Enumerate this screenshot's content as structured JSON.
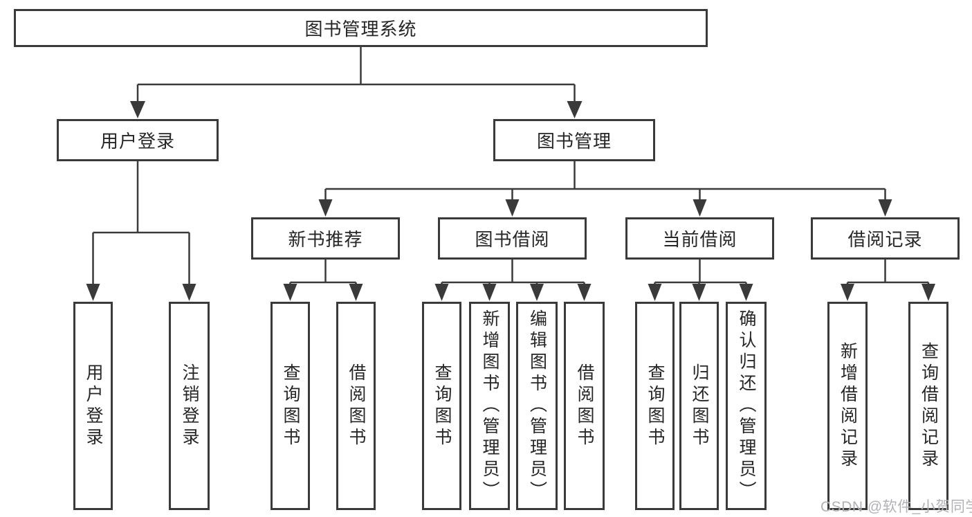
{
  "diagram": {
    "root": {
      "label": "图书管理系统"
    },
    "branches": [
      {
        "label": "用户登录",
        "children": [
          {
            "label": "用户登录"
          },
          {
            "label": "注销登录"
          }
        ]
      },
      {
        "label": "图书管理",
        "children": [
          {
            "label": "新书推荐",
            "children": [
              {
                "label": "查询图书"
              },
              {
                "label": "借阅图书"
              }
            ]
          },
          {
            "label": "图书借阅",
            "children": [
              {
                "label": "查询图书"
              },
              {
                "label": "新增图书（管理员）"
              },
              {
                "label": "编辑图书（管理员）"
              },
              {
                "label": "借阅图书"
              }
            ]
          },
          {
            "label": "当前借阅",
            "children": [
              {
                "label": "查询图书"
              },
              {
                "label": "归还图书"
              },
              {
                "label": "确认归还（管理员）"
              }
            ]
          },
          {
            "label": "借阅记录",
            "children": [
              {
                "label": "新增借阅记录"
              },
              {
                "label": "查询借阅记录"
              }
            ]
          }
        ]
      }
    ]
  },
  "watermark": {
    "text": "CSDN @软件_小贺同学"
  },
  "colors": {
    "line": "#3a3a3a",
    "text": "#262626",
    "background": "#ffffff",
    "watermark": "#b2b2b6"
  }
}
